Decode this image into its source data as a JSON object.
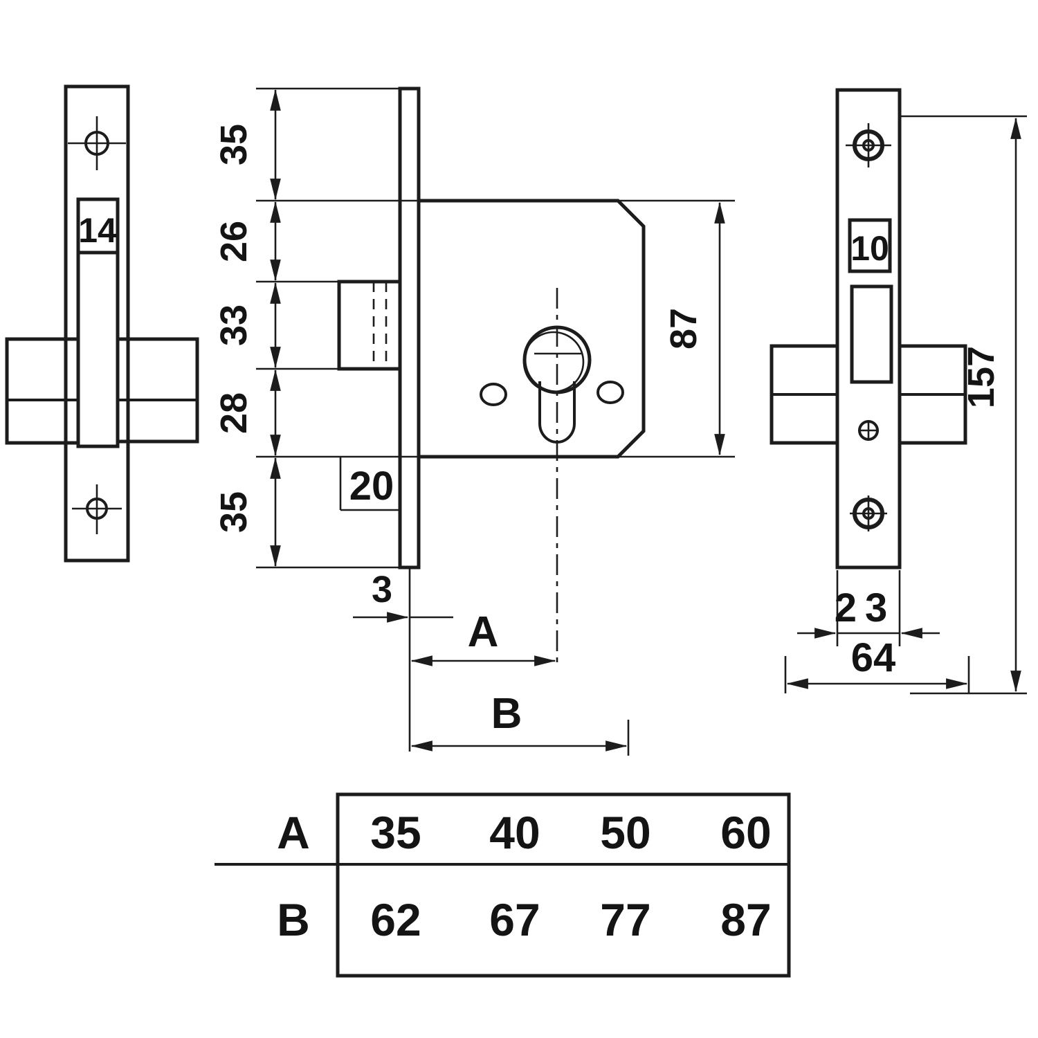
{
  "title": "Mortise lock dimensional drawing",
  "drawing": {
    "front_view": {
      "bolt_width": "14"
    },
    "section_view": {
      "dims_vertical": [
        "35",
        "26",
        "33",
        "28",
        "35"
      ],
      "bolt_width": "20",
      "body_height": "87",
      "faceplate_thickness": "3",
      "backset_label": "A",
      "depth_label": "B"
    },
    "side_view": {
      "bolt_width": "10",
      "inner_width": "23",
      "total_width": "64",
      "total_height": "157"
    }
  },
  "table": {
    "rows": [
      {
        "label": "A",
        "values": [
          "35",
          "40",
          "50",
          "60"
        ]
      },
      {
        "label": "B",
        "values": [
          "62",
          "67",
          "77",
          "87"
        ]
      }
    ]
  }
}
